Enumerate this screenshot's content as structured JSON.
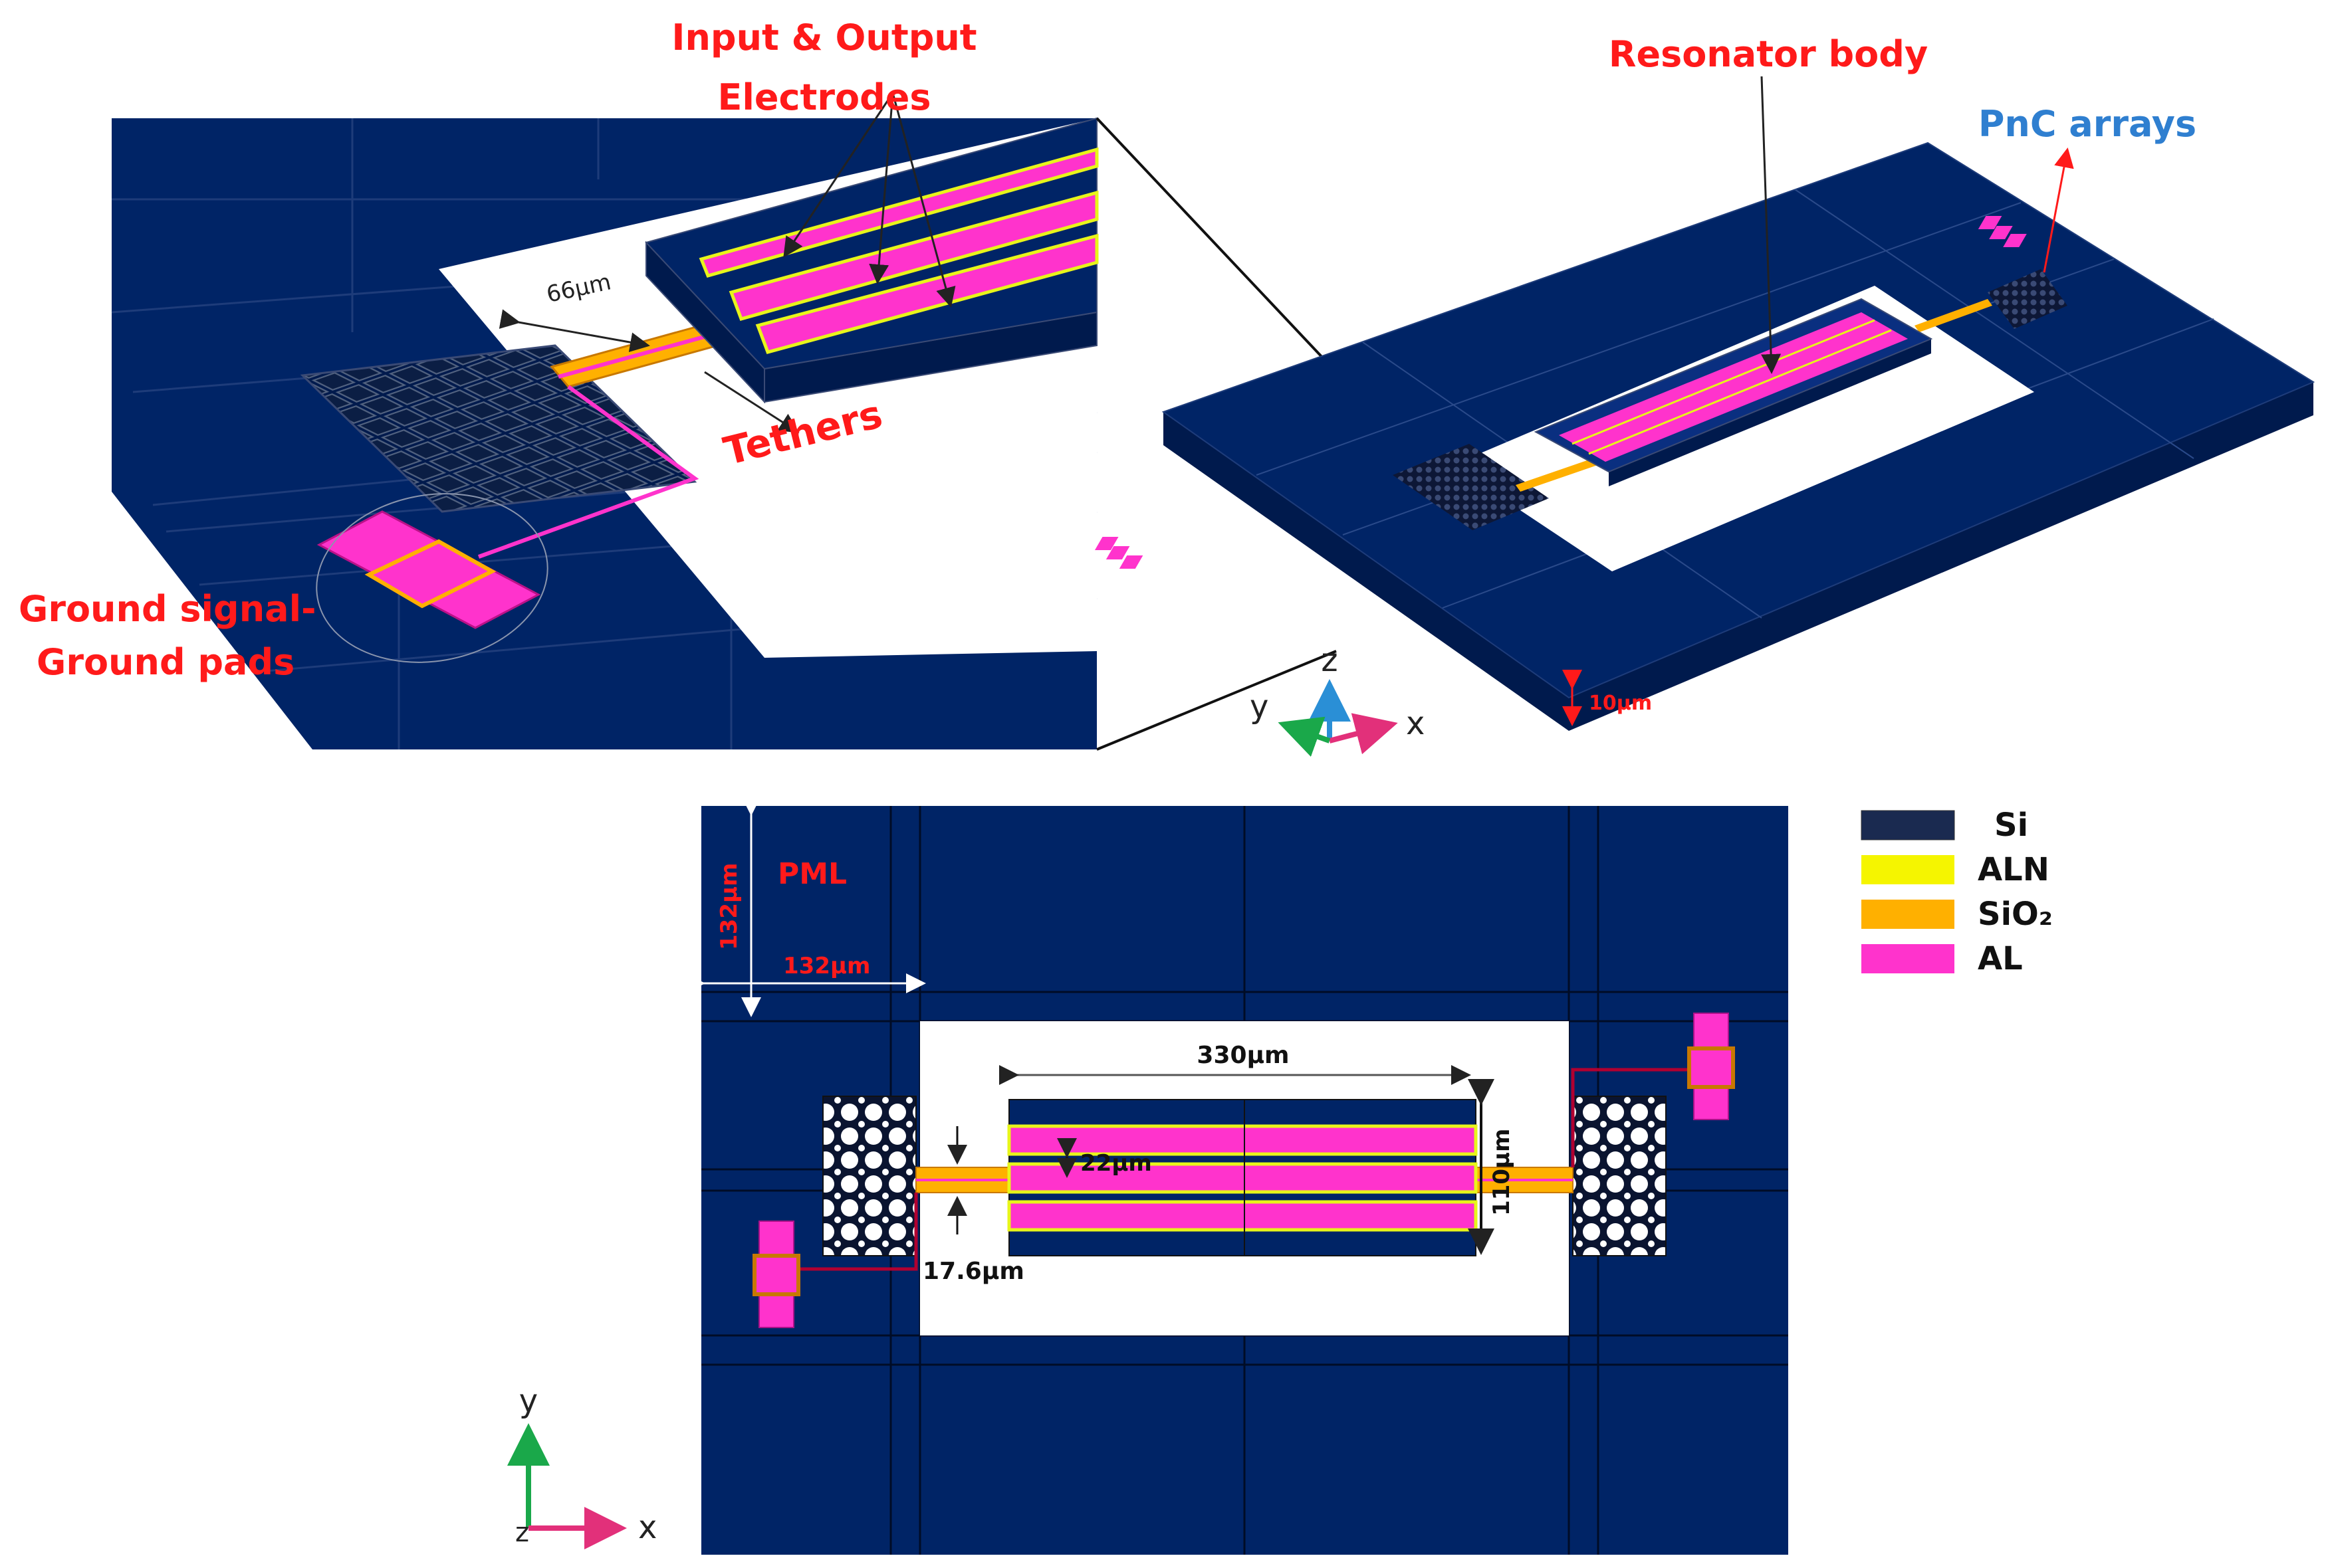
{
  "colors": {
    "si": "#002466",
    "aln": "#e8f51a",
    "sio2": "#ffb000",
    "al": "#ff33cc",
    "label_red": "#ff1a1a",
    "label_blue": "#2f7fd0",
    "axis_x": "#e2307a",
    "axis_y": "#1aa84a",
    "axis_z": "#2a8fd6"
  },
  "icons": [
    "axis-triad-icon",
    "double-arrow-icon"
  ],
  "labels": {
    "electrodes_line1": "Input & Output",
    "electrodes_line2": "Electrodes",
    "tethers": "Tethers",
    "gsg_line1": "Ground signal-",
    "gsg_line2": "Ground pads",
    "resonator_body": "Resonator body",
    "pnc_arrays": "PnC arrays",
    "pml": "PML"
  },
  "dimensions": {
    "tether_length": "66µm",
    "substrate_thickness": "10µm",
    "pml_height": "132µm",
    "pml_width": "132µm",
    "body_length": "330µm",
    "electrode_gap": "22µm",
    "body_width": "110µm",
    "tether_width": "17.6µm"
  },
  "axes": {
    "x": "x",
    "y": "y",
    "z": "z"
  },
  "legend": [
    {
      "label": "Si",
      "color": "#002466"
    },
    {
      "label": "ALN",
      "color": "#f5f500"
    },
    {
      "label": "SiO₂",
      "color": "#ffb000"
    },
    {
      "label": "AL",
      "color": "#ff33cc"
    }
  ]
}
